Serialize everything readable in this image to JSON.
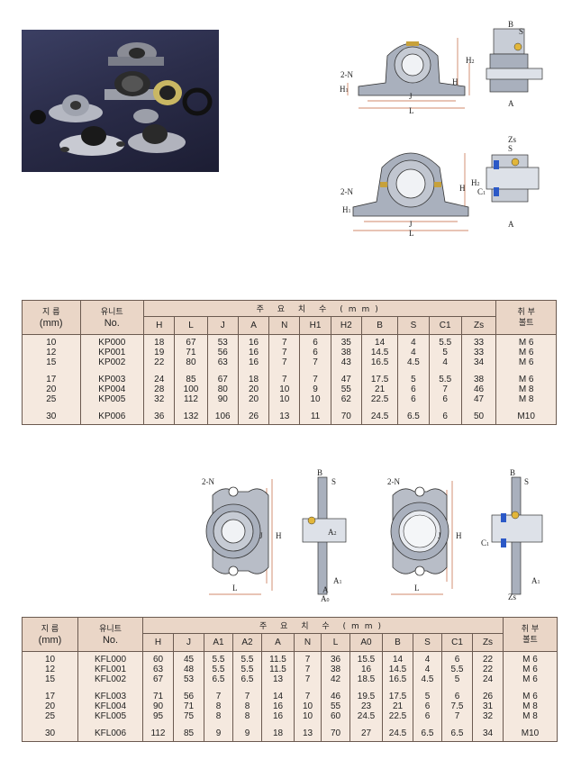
{
  "table1": {
    "header": {
      "bore_label": "지 름",
      "bore_unit": "(mm)",
      "unit_label": "유니트",
      "unit_no": "No.",
      "main_dims": "주 요 치 수 (mm)",
      "bolt_label": "취 부",
      "bolt_label2": "볼트",
      "cols": [
        "H",
        "L",
        "J",
        "A",
        "N",
        "H1",
        "H2",
        "B",
        "S",
        "C1",
        "Zs"
      ]
    },
    "rows": [
      [
        "10",
        "KP000",
        "18",
        "67",
        "53",
        "16",
        "7",
        "6",
        "35",
        "14",
        "4",
        "5.5",
        "33",
        "M 6"
      ],
      [
        "12",
        "KP001",
        "19",
        "71",
        "56",
        "16",
        "7",
        "6",
        "38",
        "14.5",
        "4",
        "5",
        "33",
        "M 6"
      ],
      [
        "15",
        "KP002",
        "22",
        "80",
        "63",
        "16",
        "7",
        "7",
        "43",
        "16.5",
        "4.5",
        "4",
        "34",
        "M 6"
      ],
      [
        "17",
        "KP003",
        "24",
        "85",
        "67",
        "18",
        "7",
        "7",
        "47",
        "17.5",
        "5",
        "5.5",
        "38",
        "M 6"
      ],
      [
        "20",
        "KP004",
        "28",
        "100",
        "80",
        "20",
        "10",
        "9",
        "55",
        "21",
        "6",
        "7",
        "46",
        "M 8"
      ],
      [
        "25",
        "KP005",
        "32",
        "112",
        "90",
        "20",
        "10",
        "10",
        "62",
        "22.5",
        "6",
        "6",
        "47",
        "M 8"
      ],
      [
        "30",
        "KP006",
        "36",
        "132",
        "106",
        "26",
        "13",
        "11",
        "70",
        "24.5",
        "6.5",
        "6",
        "50",
        "M10"
      ]
    ]
  },
  "table2": {
    "header": {
      "bore_label": "지 름",
      "bore_unit": "(mm)",
      "unit_label": "유니트",
      "unit_no": "No.",
      "main_dims": "주 요 치 수 (mm)",
      "bolt_label": "취 부",
      "bolt_label2": "볼트",
      "cols": [
        "H",
        "J",
        "A1",
        "A2",
        "A",
        "N",
        "L",
        "A0",
        "B",
        "S",
        "C1",
        "Zs"
      ]
    },
    "rows": [
      [
        "10",
        "KFL000",
        "60",
        "45",
        "5.5",
        "5.5",
        "11.5",
        "7",
        "36",
        "15.5",
        "14",
        "4",
        "6",
        "22",
        "M 6"
      ],
      [
        "12",
        "KFL001",
        "63",
        "48",
        "5.5",
        "5.5",
        "11.5",
        "7",
        "38",
        "16",
        "14.5",
        "4",
        "5.5",
        "22",
        "M 6"
      ],
      [
        "15",
        "KFL002",
        "67",
        "53",
        "6.5",
        "6.5",
        "13",
        "7",
        "42",
        "18.5",
        "16.5",
        "4.5",
        "5",
        "24",
        "M 6"
      ],
      [
        "17",
        "KFL003",
        "71",
        "56",
        "7",
        "7",
        "14",
        "7",
        "46",
        "19.5",
        "17.5",
        "5",
        "6",
        "26",
        "M 6"
      ],
      [
        "20",
        "KFL004",
        "90",
        "71",
        "8",
        "8",
        "16",
        "10",
        "55",
        "23",
        "21",
        "6",
        "7.5",
        "31",
        "M 8"
      ],
      [
        "25",
        "KFL005",
        "95",
        "75",
        "8",
        "8",
        "16",
        "10",
        "60",
        "24.5",
        "22.5",
        "6",
        "7",
        "32",
        "M 8"
      ],
      [
        "30",
        "KFL006",
        "112",
        "85",
        "9",
        "9",
        "18",
        "13",
        "70",
        "27",
        "24.5",
        "6.5",
        "6.5",
        "34",
        "M10"
      ]
    ]
  },
  "drawings": {
    "kp_front_labels": [
      "2-N",
      "H1",
      "H",
      "H2",
      "J",
      "L"
    ],
    "kp_side_labels": [
      "B",
      "S",
      "A"
    ],
    "kp2_side_labels": [
      "Zs",
      "C1",
      "H2",
      "S",
      "A"
    ],
    "kfl_front_labels": [
      "2-N",
      "J",
      "H",
      "L"
    ],
    "kfl_side_labels": [
      "B",
      "S",
      "A2",
      "A1",
      "A",
      "A0"
    ],
    "kfl2_side_labels": [
      "B",
      "S",
      "C1",
      "A1",
      "Zs"
    ]
  },
  "colors": {
    "header_bg": "#ead6c7",
    "body_bg": "#f5e9df",
    "dim_line": "#c0613a",
    "metal": "#a9b0bd"
  }
}
